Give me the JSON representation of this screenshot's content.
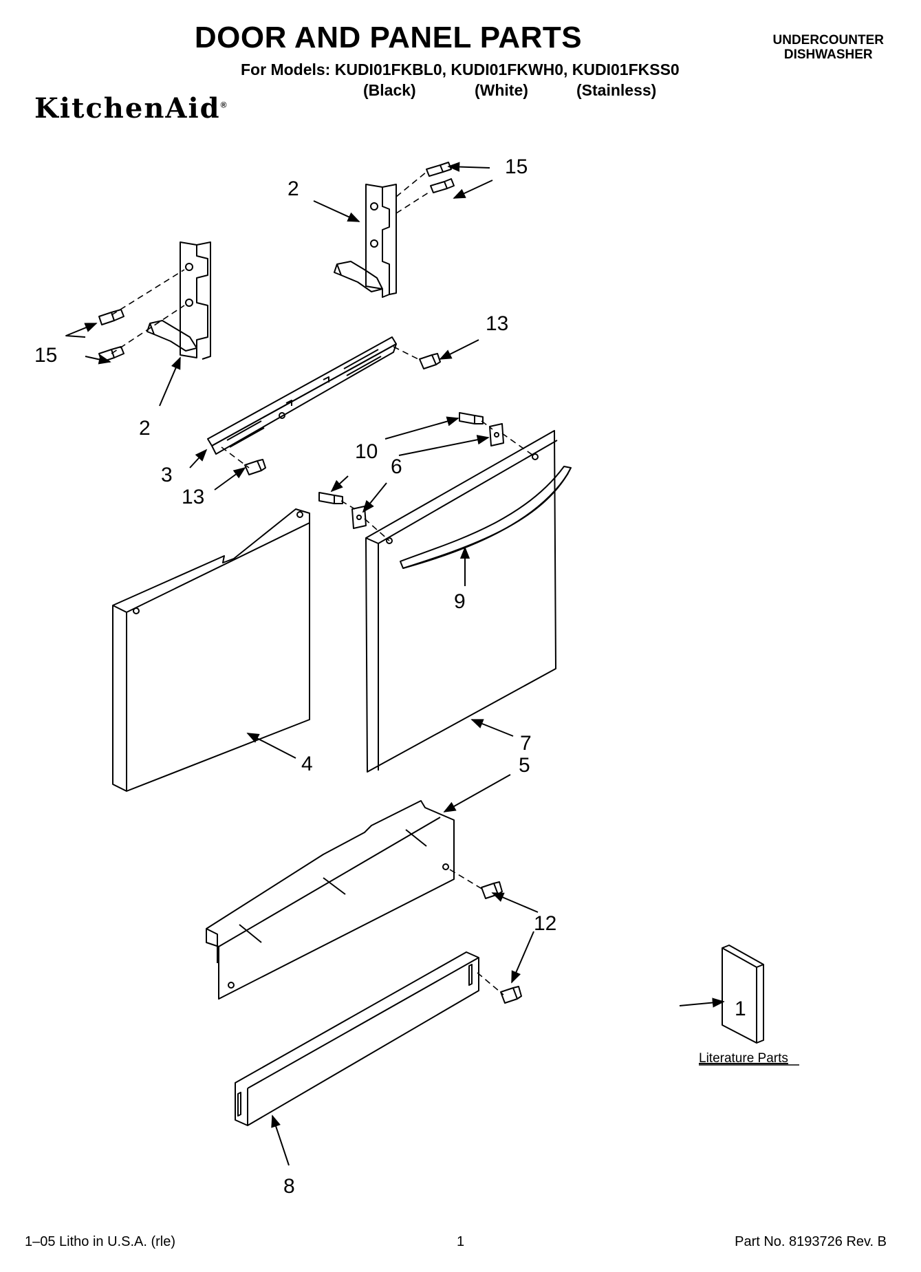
{
  "header": {
    "title": "DOOR AND PANEL PARTS",
    "models_line": "For Models: KUDI01FKBL0, KUDI01FKWH0, KUDI01FKSS0",
    "variants": [
      "(Black)",
      "(White)",
      "(Stainless)"
    ],
    "category_line1": "UNDERCOUNTER",
    "category_line2": "DISHWASHER",
    "brand": "KitchenAid",
    "brand_mark": "®"
  },
  "callouts": {
    "c1": "1",
    "c2a": "2",
    "c2b": "2",
    "c3": "3",
    "c4": "4",
    "c5": "5",
    "c6": "6",
    "c7": "7",
    "c8": "8",
    "c9": "9",
    "c10": "10",
    "c12": "12",
    "c13a": "13",
    "c13b": "13",
    "c15a": "15",
    "c15b": "15"
  },
  "literature_label": "Literature Parts",
  "footer": {
    "left": "1–05 Litho in U.S.A. (rle)",
    "center": "1",
    "right": "Part No. 8193726 Rev. B"
  }
}
